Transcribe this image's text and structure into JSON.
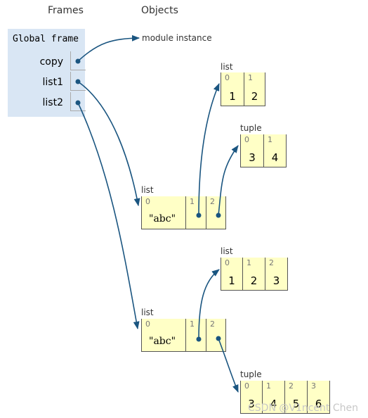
{
  "headers": {
    "frames": "Frames",
    "objects": "Objects"
  },
  "global_frame": {
    "title": "Global frame",
    "vars": [
      "copy",
      "list1",
      "list2"
    ]
  },
  "module_instance": "module instance",
  "objects": {
    "list_a": {
      "label": "list",
      "indices": [
        "0",
        "1"
      ],
      "values": [
        "1",
        "2"
      ]
    },
    "tuple_a": {
      "label": "tuple",
      "indices": [
        "0",
        "1"
      ],
      "values": [
        "3",
        "4"
      ]
    },
    "list1": {
      "label": "list",
      "indices": [
        "0",
        "1",
        "2"
      ],
      "values": [
        "\"abc\"",
        "",
        ""
      ]
    },
    "list_b": {
      "label": "list",
      "indices": [
        "0",
        "1",
        "2"
      ],
      "values": [
        "1",
        "2",
        "3"
      ]
    },
    "list2": {
      "label": "list",
      "indices": [
        "0",
        "1",
        "2"
      ],
      "values": [
        "\"abc\"",
        "",
        ""
      ]
    },
    "tuple_b": {
      "label": "tuple",
      "indices": [
        "0",
        "1",
        "2",
        "3"
      ],
      "values": [
        "3",
        "4",
        "5",
        "6"
      ]
    }
  },
  "arrow_color": "#1a5580",
  "watermark": "CSDN @V1ncent Chen"
}
